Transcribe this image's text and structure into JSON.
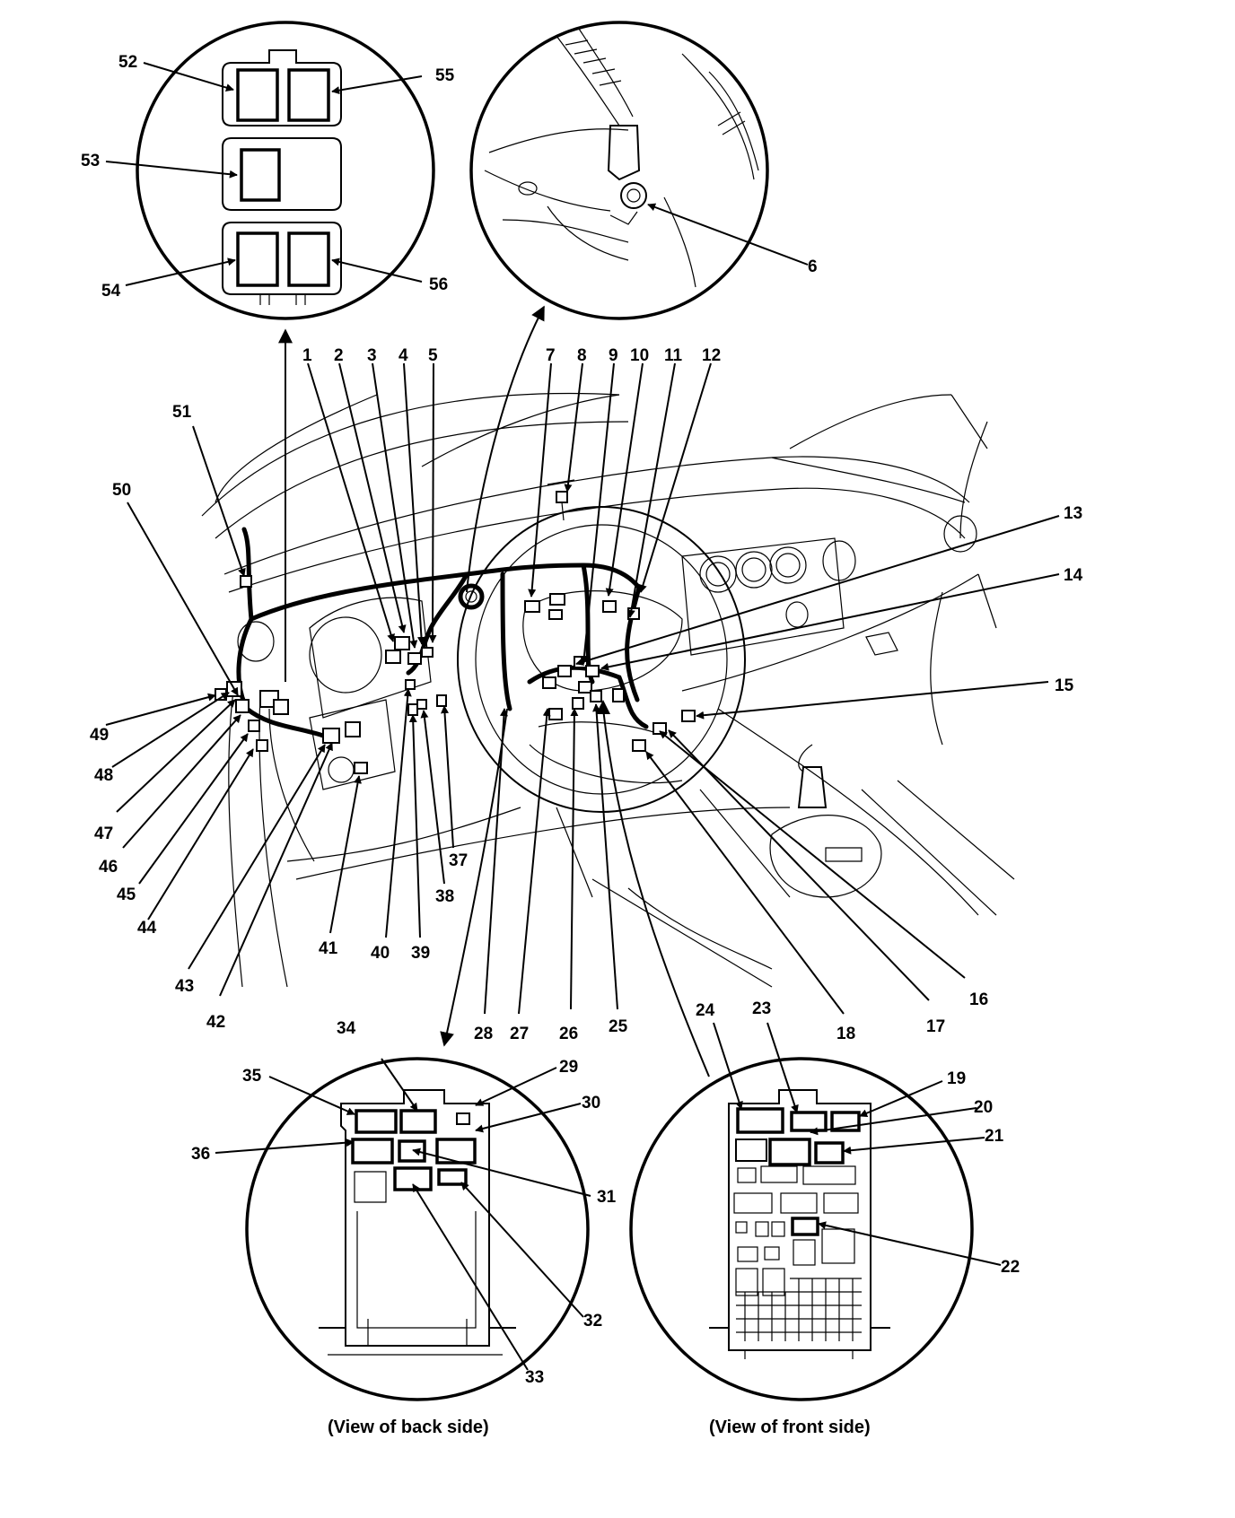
{
  "callouts": {
    "c1": "1",
    "c2": "2",
    "c3": "3",
    "c4": "4",
    "c5": "5",
    "c6": "6",
    "c7": "7",
    "c8": "8",
    "c9": "9",
    "c10": "10",
    "c11": "11",
    "c12": "12",
    "c13": "13",
    "c14": "14",
    "c15": "15",
    "c16": "16",
    "c17": "17",
    "c18": "18",
    "c19": "19",
    "c20": "20",
    "c21": "21",
    "c22": "22",
    "c23": "23",
    "c24": "24",
    "c25": "25",
    "c26": "26",
    "c27": "27",
    "c28": "28",
    "c29": "29",
    "c30": "30",
    "c31": "31",
    "c32": "32",
    "c33": "33",
    "c34": "34",
    "c35": "35",
    "c36": "36",
    "c37": "37",
    "c38": "38",
    "c39": "39",
    "c40": "40",
    "c41": "41",
    "c42": "42",
    "c43": "43",
    "c44": "44",
    "c45": "45",
    "c46": "46",
    "c47": "47",
    "c48": "48",
    "c49": "49",
    "c50": "50",
    "c51": "51",
    "c52": "52",
    "c53": "53",
    "c54": "54",
    "c55": "55",
    "c56": "56"
  },
  "captions": {
    "back_side": "(View of back side)",
    "front_side": "(View of front side)"
  }
}
